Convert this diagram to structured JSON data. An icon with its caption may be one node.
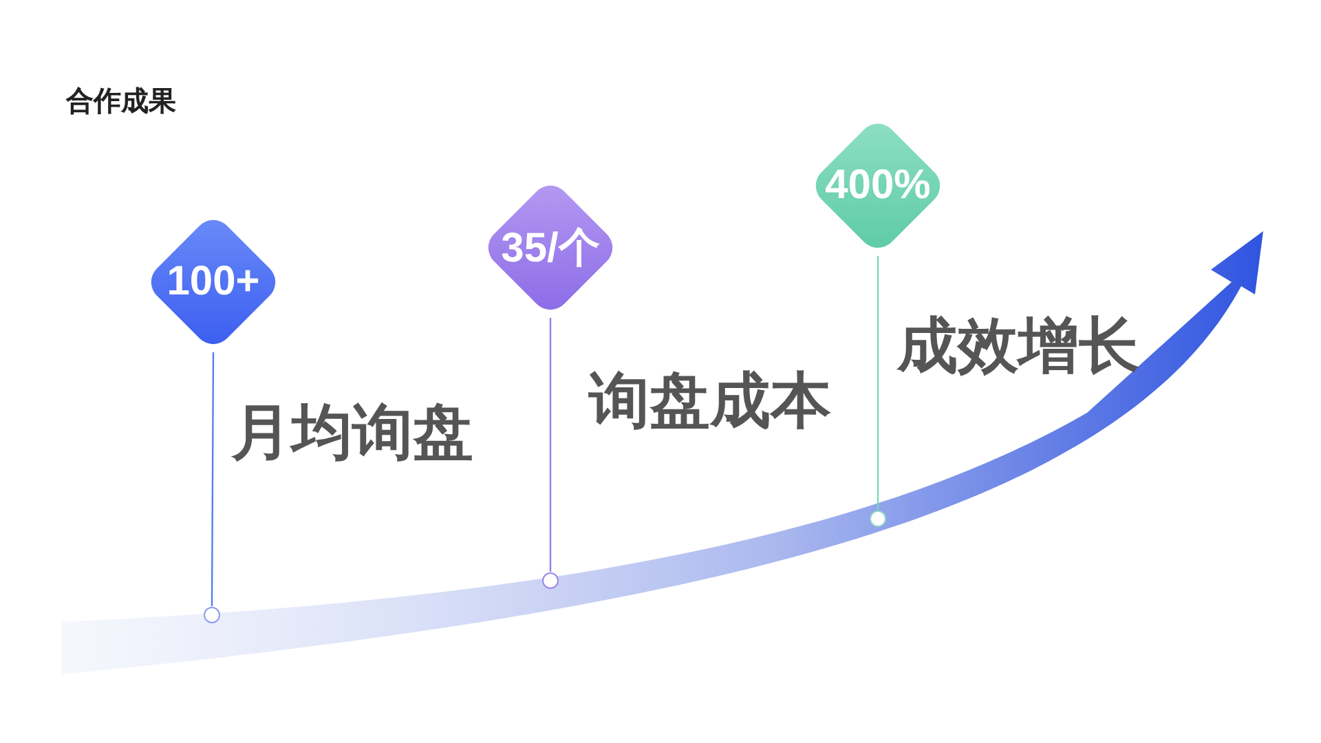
{
  "diagram": {
    "title": "合作成果",
    "nodes": [
      {
        "text": [
          "100+"
        ],
        "beside": [
          "月均询盘"
        ]
      },
      {
        "text": [],
        "shape": "circle"
      },
      {
        "text": [
          "35/个"
        ],
        "beside": [
          "询盘成本"
        ]
      },
      {
        "text": [],
        "shape": "circle"
      },
      {
        "text": [
          "400%"
        ],
        "beside": [
          "成效增长"
        ]
      },
      {
        "text": [],
        "shape": "circle"
      }
    ],
    "edges": [
      {
        "from": 0,
        "to": 1,
        "arrow": "none",
        "color": "#5b7cf5"
      },
      {
        "from": 2,
        "to": 3,
        "arrow": "none",
        "color": "#9a7ee8"
      },
      {
        "from": 4,
        "to": 5,
        "arrow": "none",
        "color": "#7fd6b8"
      }
    ]
  }
}
